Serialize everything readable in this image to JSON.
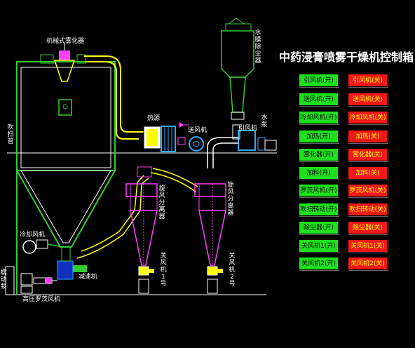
{
  "title": "中药浸膏喷雾干燥机控制箱",
  "labels": {
    "atomizer": "机械式雾化器",
    "water_dust": "水膜除尘器",
    "water_pump": "水泵",
    "heat_source": "热源",
    "supply_fan": "送风机",
    "induced_fan": "引风机",
    "sweep_pipe": "吹扫管",
    "cyclone1": "旋风分离器",
    "cyclone2": "旋风分离器",
    "cool_fan": "冷却风机",
    "reducer": "减速机",
    "gate1": "关风机1号",
    "gate2": "关风机2号",
    "roots_blower": "高压罗茨风机",
    "pump_left": "蠕动泵"
  },
  "controls": [
    {
      "on": "引风机(开)",
      "off": "引风机(关)"
    },
    {
      "on": "送风机(开)",
      "off": "送风机(关)"
    },
    {
      "on": "冷却风机(开)",
      "off": "冷却风机(关)"
    },
    {
      "on": "加热(开)",
      "off": "加热(关)"
    },
    {
      "on": "雾化器(开)",
      "off": "雾化器(关)"
    },
    {
      "on": "加料(开)",
      "off": "加料(关)"
    },
    {
      "on": "罗茨风机(开)",
      "off": "罗茨风机(关)"
    },
    {
      "on": "吹扫转动(开)",
      "off": "吹扫转动(关)"
    },
    {
      "on": "除尘器(开)",
      "off": "除尘器(关)"
    },
    {
      "on": "关风机1(开)",
      "off": "关风机1(关)"
    },
    {
      "on": "关风机2(开)",
      "off": "关风机2(关)"
    }
  ],
  "colors": {
    "on": "#1ee01e",
    "off": "#f01818",
    "pipe_hot": "#ffff40",
    "structure": "#ffffff",
    "cyclone": "#ff40ff",
    "equipment": "#2060ff"
  }
}
